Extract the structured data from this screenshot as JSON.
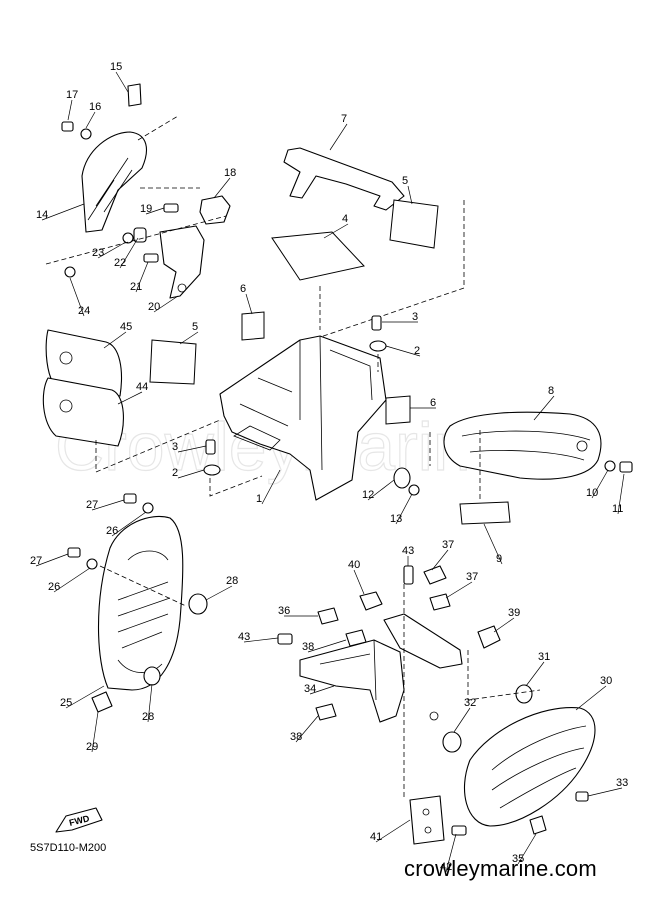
{
  "diagram": {
    "code": "5S7D110-M200",
    "watermark": "CrowleyMarine",
    "brand": "crowleymarine.com",
    "fwd_label": "FWD",
    "callouts": [
      {
        "id": "c15",
        "text": "15"
      },
      {
        "id": "c17",
        "text": "17"
      },
      {
        "id": "c16",
        "text": "16"
      },
      {
        "id": "c18",
        "text": "18"
      },
      {
        "id": "c19",
        "text": "19"
      },
      {
        "id": "c14",
        "text": "14"
      },
      {
        "id": "c23",
        "text": "23"
      },
      {
        "id": "c22",
        "text": "22"
      },
      {
        "id": "c21",
        "text": "21"
      },
      {
        "id": "c20",
        "text": "20"
      },
      {
        "id": "c24",
        "text": "24"
      },
      {
        "id": "c7",
        "text": "7"
      },
      {
        "id": "c5a",
        "text": "5"
      },
      {
        "id": "c4",
        "text": "4"
      },
      {
        "id": "c6a",
        "text": "6"
      },
      {
        "id": "c3a",
        "text": "3"
      },
      {
        "id": "c2a",
        "text": "2"
      },
      {
        "id": "c45",
        "text": "45"
      },
      {
        "id": "c5b",
        "text": "5"
      },
      {
        "id": "c44",
        "text": "44"
      },
      {
        "id": "c6b",
        "text": "6"
      },
      {
        "id": "c8",
        "text": "8"
      },
      {
        "id": "c3b",
        "text": "3"
      },
      {
        "id": "c2b",
        "text": "2"
      },
      {
        "id": "c1",
        "text": "1"
      },
      {
        "id": "c12",
        "text": "12"
      },
      {
        "id": "c13",
        "text": "13"
      },
      {
        "id": "c10",
        "text": "10"
      },
      {
        "id": "c11",
        "text": "11"
      },
      {
        "id": "c9",
        "text": "9"
      },
      {
        "id": "c27a",
        "text": "27"
      },
      {
        "id": "c26a",
        "text": "26"
      },
      {
        "id": "c27b",
        "text": "27"
      },
      {
        "id": "c26b",
        "text": "26"
      },
      {
        "id": "c28a",
        "text": "28"
      },
      {
        "id": "c25",
        "text": "25"
      },
      {
        "id": "c28b",
        "text": "28"
      },
      {
        "id": "c29",
        "text": "29"
      },
      {
        "id": "c43a",
        "text": "43"
      },
      {
        "id": "c37a",
        "text": "37"
      },
      {
        "id": "c40",
        "text": "40"
      },
      {
        "id": "c37b",
        "text": "37"
      },
      {
        "id": "c36",
        "text": "36"
      },
      {
        "id": "c39",
        "text": "39"
      },
      {
        "id": "c43b",
        "text": "43"
      },
      {
        "id": "c38a",
        "text": "38"
      },
      {
        "id": "c31",
        "text": "31"
      },
      {
        "id": "c30",
        "text": "30"
      },
      {
        "id": "c34",
        "text": "34"
      },
      {
        "id": "c32",
        "text": "32"
      },
      {
        "id": "c38b",
        "text": "38"
      },
      {
        "id": "c33",
        "text": "33"
      },
      {
        "id": "c41",
        "text": "41"
      },
      {
        "id": "c42",
        "text": "42"
      },
      {
        "id": "c35",
        "text": "35"
      }
    ]
  }
}
